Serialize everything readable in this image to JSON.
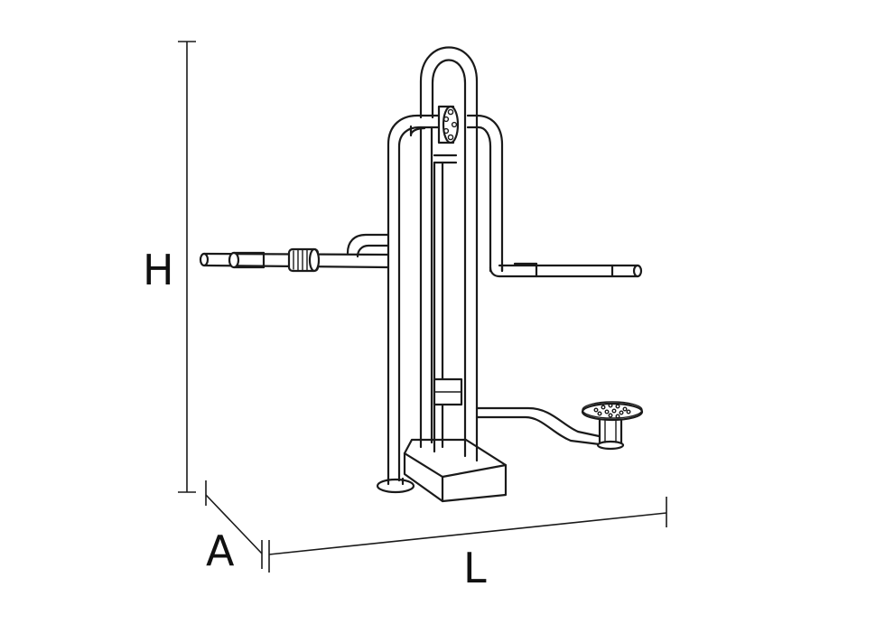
{
  "labels": {
    "height": "H",
    "width": "A",
    "length": "L"
  },
  "colors": {
    "line": "#1a1a1a",
    "background": "#ffffff"
  }
}
